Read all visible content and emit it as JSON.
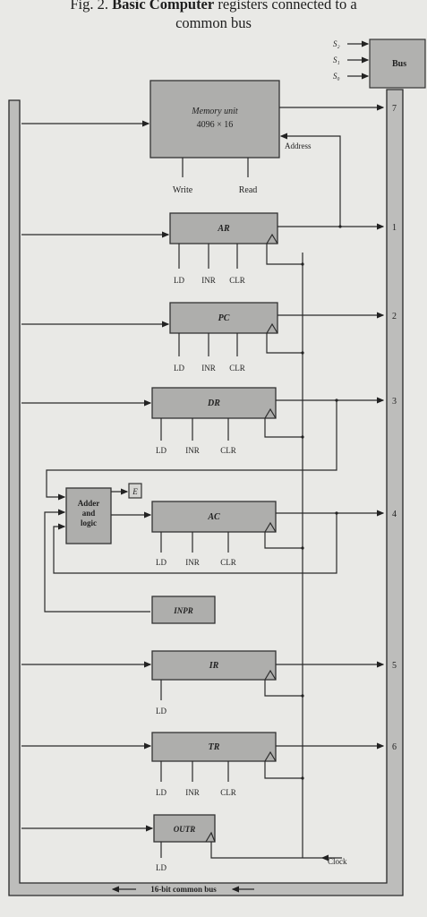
{
  "caption": {
    "prefix": "Fig. 2.",
    "bold": "Basic Computer",
    "suffix": "registers connected to a",
    "line2": "common bus"
  },
  "selects": [
    "S₂",
    "S₁",
    "S₀"
  ],
  "bus_label": "Bus",
  "memory": {
    "title": "Memory unit",
    "size": "4096 × 16",
    "write": "Write",
    "read": "Read",
    "address": "Address"
  },
  "registers": [
    {
      "name": "AR",
      "controls": [
        "LD",
        "INR",
        "CLR"
      ],
      "bus_input": "1"
    },
    {
      "name": "PC",
      "controls": [
        "LD",
        "INR",
        "CLR"
      ],
      "bus_input": "2"
    },
    {
      "name": "DR",
      "controls": [
        "LD",
        "INR",
        "CLR"
      ],
      "bus_input": "3"
    },
    {
      "name": "AC",
      "controls": [
        "LD",
        "INR",
        "CLR"
      ],
      "bus_input": "4"
    },
    {
      "name": "INPR",
      "controls": [],
      "bus_input": ""
    },
    {
      "name": "IR",
      "controls": [
        "LD"
      ],
      "bus_input": "5"
    },
    {
      "name": "TR",
      "controls": [
        "LD",
        "INR",
        "CLR"
      ],
      "bus_input": "6"
    },
    {
      "name": "OUTR",
      "controls": [
        "LD"
      ],
      "bus_input": ""
    }
  ],
  "memory_bus_input": "7",
  "adder": {
    "line1": "Adder",
    "line2": "and",
    "line3": "logic"
  },
  "e_flag": "E",
  "clock": "Clock",
  "common_bus": "16-bit common bus"
}
